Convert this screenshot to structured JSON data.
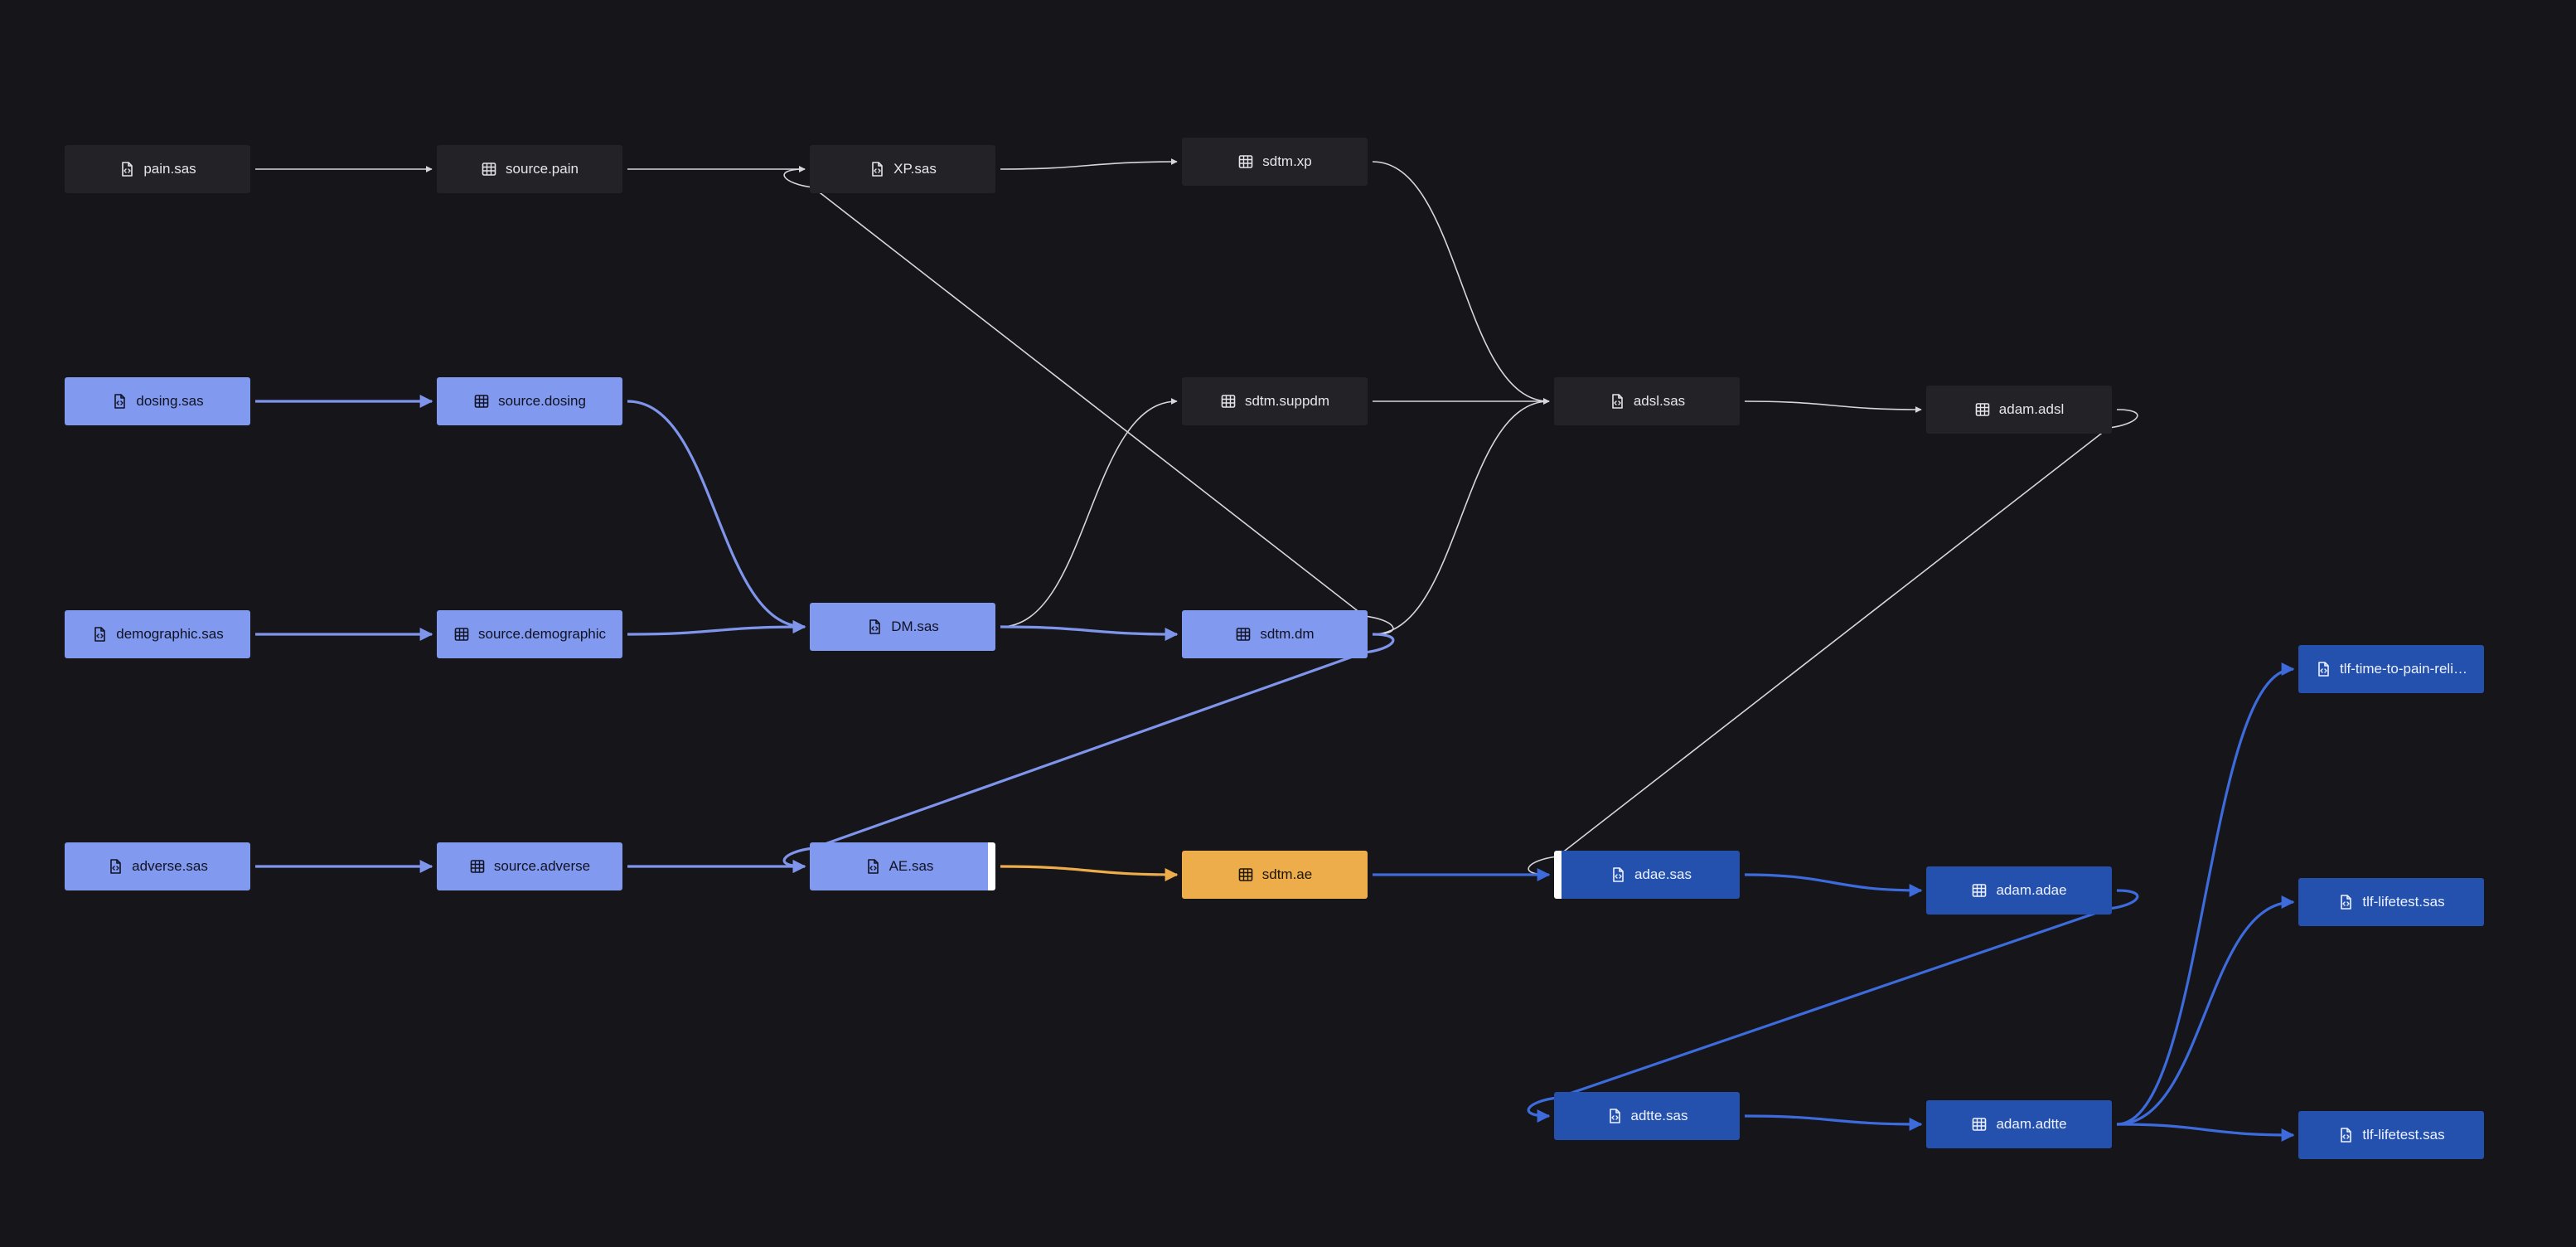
{
  "colors": {
    "background": "#15151a",
    "dark_node": "#232327",
    "lavender": "#8199ef",
    "orange": "#eead4b",
    "blue": "#2451ad",
    "edge_dark": "#d6d6dc",
    "edge_lavender": "#7f95ec",
    "edge_orange": "#eead4b",
    "edge_blue": "#3d6bdc",
    "marker": "#ffffff"
  },
  "nodes": [
    {
      "id": "pain-sas",
      "label": "pain.sas",
      "icon": "code-file-icon",
      "theme": "dark"
    },
    {
      "id": "source-pain",
      "label": "source.pain",
      "icon": "table-icon",
      "theme": "dark"
    },
    {
      "id": "xp-sas",
      "label": "XP.sas",
      "icon": "code-file-icon",
      "theme": "dark"
    },
    {
      "id": "sdtm-xp",
      "label": "sdtm.xp",
      "icon": "table-icon",
      "theme": "dark"
    },
    {
      "id": "dosing-sas",
      "label": "dosing.sas",
      "icon": "code-file-icon",
      "theme": "lavender"
    },
    {
      "id": "source-dosing",
      "label": "source.dosing",
      "icon": "table-icon",
      "theme": "lavender"
    },
    {
      "id": "sdtm-suppdm",
      "label": "sdtm.suppdm",
      "icon": "table-icon",
      "theme": "dark"
    },
    {
      "id": "adsl-sas",
      "label": "adsl.sas",
      "icon": "code-file-icon",
      "theme": "dark"
    },
    {
      "id": "adam-adsl",
      "label": "adam.adsl",
      "icon": "table-icon",
      "theme": "dark"
    },
    {
      "id": "demographic-sas",
      "label": "demographic.sas",
      "icon": "code-file-icon",
      "theme": "lavender"
    },
    {
      "id": "source-demographic",
      "label": "source.demographic",
      "icon": "table-icon",
      "theme": "lavender"
    },
    {
      "id": "dm-sas",
      "label": "DM.sas",
      "icon": "code-file-icon",
      "theme": "lavender"
    },
    {
      "id": "sdtm-dm",
      "label": "sdtm.dm",
      "icon": "table-icon",
      "theme": "lavender"
    },
    {
      "id": "tlf-time-to-pain",
      "label": "tlf-time-to-pain-reli…",
      "icon": "code-file-icon",
      "theme": "blue"
    },
    {
      "id": "adverse-sas",
      "label": "adverse.sas",
      "icon": "code-file-icon",
      "theme": "lavender"
    },
    {
      "id": "source-adverse",
      "label": "source.adverse",
      "icon": "table-icon",
      "theme": "lavender"
    },
    {
      "id": "ae-sas",
      "label": "AE.sas",
      "icon": "code-file-icon",
      "theme": "lavender",
      "marker": "right"
    },
    {
      "id": "sdtm-ae",
      "label": "sdtm.ae",
      "icon": "table-icon",
      "theme": "orange"
    },
    {
      "id": "adae-sas",
      "label": "adae.sas",
      "icon": "code-file-icon",
      "theme": "blue",
      "marker": "left"
    },
    {
      "id": "adam-adae",
      "label": "adam.adae",
      "icon": "table-icon",
      "theme": "blue"
    },
    {
      "id": "tlf-lifetest-1",
      "label": "tlf-lifetest.sas",
      "icon": "code-file-icon",
      "theme": "blue"
    },
    {
      "id": "adtte-sas",
      "label": "adtte.sas",
      "icon": "code-file-icon",
      "theme": "blue"
    },
    {
      "id": "adam-adtte",
      "label": "adam.adtte",
      "icon": "table-icon",
      "theme": "blue"
    },
    {
      "id": "tlf-lifetest-2",
      "label": "tlf-lifetest.sas",
      "icon": "code-file-icon",
      "theme": "blue"
    }
  ],
  "edges": [
    {
      "from": "pain-sas",
      "to": "source-pain",
      "theme": "dark"
    },
    {
      "from": "source-pain",
      "to": "xp-sas",
      "theme": "dark"
    },
    {
      "from": "xp-sas",
      "to": "sdtm-xp",
      "theme": "dark"
    },
    {
      "from": "sdtm-xp",
      "to": "adsl-sas",
      "theme": "dark"
    },
    {
      "from": "sdtm-suppdm",
      "to": "adsl-sas",
      "theme": "dark"
    },
    {
      "from": "sdtm-dm",
      "to": "adsl-sas",
      "theme": "dark"
    },
    {
      "from": "adsl-sas",
      "to": "adam-adsl",
      "theme": "dark"
    },
    {
      "from": "sdtm-dm",
      "to": "xp-sas",
      "theme": "dark"
    },
    {
      "from": "dm-sas",
      "to": "sdtm-suppdm",
      "theme": "dark"
    },
    {
      "from": "adam-adsl",
      "to": "adae-sas",
      "theme": "dark"
    },
    {
      "from": "dosing-sas",
      "to": "source-dosing",
      "theme": "lavender"
    },
    {
      "from": "source-dosing",
      "to": "dm-sas",
      "theme": "lavender"
    },
    {
      "from": "demographic-sas",
      "to": "source-demographic",
      "theme": "lavender"
    },
    {
      "from": "source-demographic",
      "to": "dm-sas",
      "theme": "lavender"
    },
    {
      "from": "dm-sas",
      "to": "sdtm-dm",
      "theme": "lavender"
    },
    {
      "from": "adverse-sas",
      "to": "source-adverse",
      "theme": "lavender"
    },
    {
      "from": "source-adverse",
      "to": "ae-sas",
      "theme": "lavender"
    },
    {
      "from": "sdtm-dm",
      "to": "ae-sas",
      "theme": "lavender"
    },
    {
      "from": "ae-sas",
      "to": "sdtm-ae",
      "theme": "orange"
    },
    {
      "from": "sdtm-ae",
      "to": "adae-sas",
      "theme": "blue"
    },
    {
      "from": "adae-sas",
      "to": "adam-adae",
      "theme": "blue"
    },
    {
      "from": "adam-adae",
      "to": "adtte-sas",
      "theme": "blue"
    },
    {
      "from": "adtte-sas",
      "to": "adam-adtte",
      "theme": "blue"
    },
    {
      "from": "adam-adtte",
      "to": "tlf-time-to-pain",
      "theme": "blue"
    },
    {
      "from": "adam-adtte",
      "to": "tlf-lifetest-1",
      "theme": "blue"
    },
    {
      "from": "adam-adtte",
      "to": "tlf-lifetest-2",
      "theme": "blue"
    }
  ]
}
